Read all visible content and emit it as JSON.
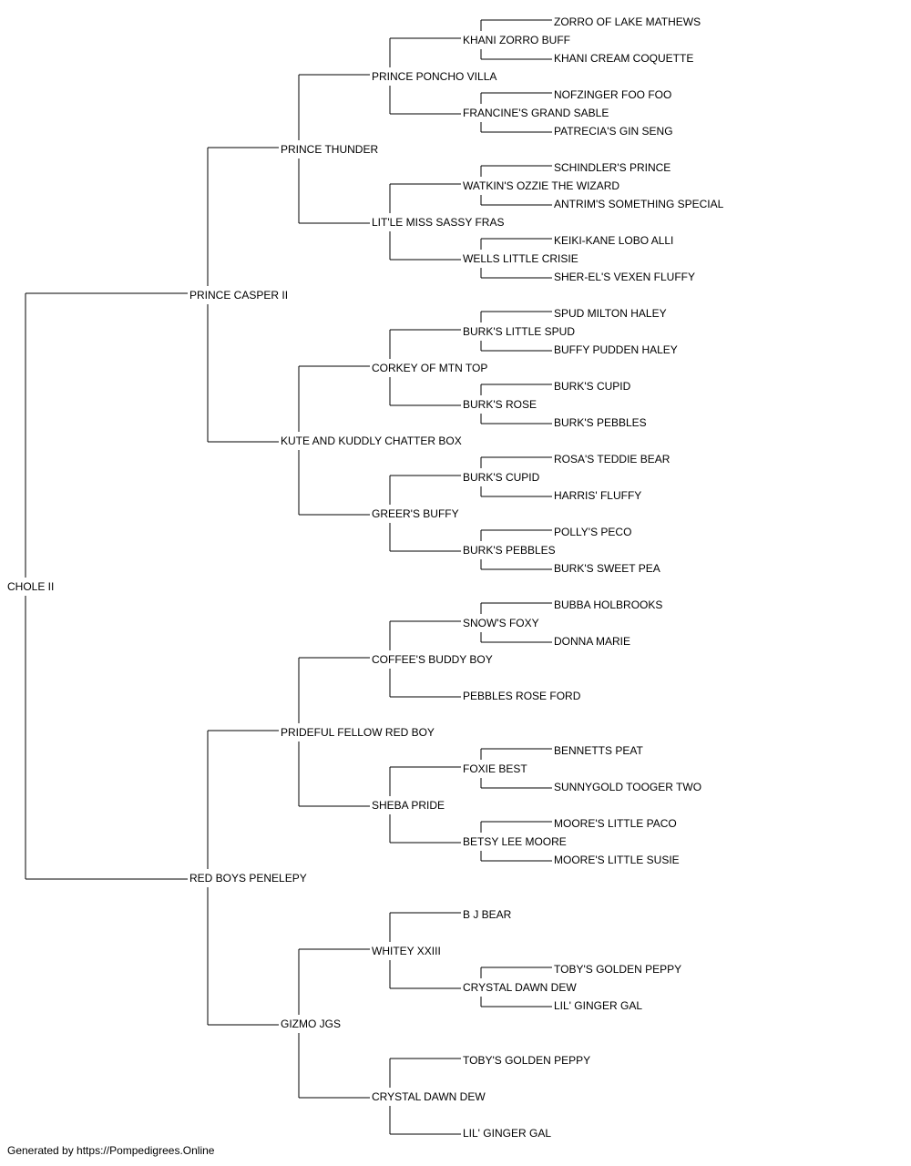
{
  "pedigree": {
    "name": "CHOLE II",
    "sire": {
      "name": "PRINCE CASPER II",
      "sire": {
        "name": "PRINCE THUNDER",
        "sire": {
          "name": "PRINCE PONCHO VILLA",
          "sire": {
            "name": "KHANI ZORRO BUFF",
            "sire": {
              "name": "ZORRO OF LAKE MATHEWS"
            },
            "dam": {
              "name": "KHANI CREAM COQUETTE"
            }
          },
          "dam": {
            "name": "FRANCINE'S GRAND SABLE",
            "sire": {
              "name": "NOFZINGER FOO FOO"
            },
            "dam": {
              "name": "PATRECIA'S GIN SENG"
            }
          }
        },
        "dam": {
          "name": "LIT'LE MISS SASSY FRAS",
          "sire": {
            "name": "WATKIN'S OZZIE THE WIZARD",
            "sire": {
              "name": "SCHINDLER'S PRINCE"
            },
            "dam": {
              "name": "ANTRIM'S SOMETHING SPECIAL"
            }
          },
          "dam": {
            "name": "WELLS LITTLE CRISIE",
            "sire": {
              "name": "KEIKI-KANE LOBO ALLI"
            },
            "dam": {
              "name": "SHER-EL'S VEXEN FLUFFY"
            }
          }
        }
      },
      "dam": {
        "name": "KUTE AND KUDDLY CHATTER BOX",
        "sire": {
          "name": "CORKEY OF MTN TOP",
          "sire": {
            "name": "BURK'S LITTLE SPUD",
            "sire": {
              "name": "SPUD MILTON HALEY"
            },
            "dam": {
              "name": "BUFFY PUDDEN HALEY"
            }
          },
          "dam": {
            "name": "BURK'S ROSE",
            "sire": {
              "name": "BURK'S CUPID"
            },
            "dam": {
              "name": "BURK'S PEBBLES"
            }
          }
        },
        "dam": {
          "name": "GREER'S BUFFY",
          "sire": {
            "name": "BURK'S CUPID",
            "sire": {
              "name": "ROSA'S TEDDIE BEAR"
            },
            "dam": {
              "name": "HARRIS' FLUFFY"
            }
          },
          "dam": {
            "name": "BURK'S PEBBLES",
            "sire": {
              "name": "POLLY'S PECO"
            },
            "dam": {
              "name": "BURK'S SWEET PEA"
            }
          }
        }
      }
    },
    "dam": {
      "name": "RED BOYS PENELEPY",
      "sire": {
        "name": "PRIDEFUL FELLOW RED BOY",
        "sire": {
          "name": "COFFEE'S BUDDY BOY",
          "sire": {
            "name": "SNOW'S FOXY",
            "sire": {
              "name": "BUBBA HOLBROOKS"
            },
            "dam": {
              "name": "DONNA MARIE"
            }
          },
          "dam": {
            "name": "PEBBLES ROSE FORD"
          }
        },
        "dam": {
          "name": "SHEBA PRIDE",
          "sire": {
            "name": "FOXIE BEST",
            "sire": {
              "name": "BENNETTS PEAT"
            },
            "dam": {
              "name": "SUNNYGOLD TOOGER TWO"
            }
          },
          "dam": {
            "name": "BETSY LEE MOORE",
            "sire": {
              "name": "MOORE'S LITTLE PACO"
            },
            "dam": {
              "name": "MOORE'S LITTLE SUSIE"
            }
          }
        }
      },
      "dam": {
        "name": "GIZMO JGS",
        "sire": {
          "name": "WHITEY XXIII",
          "sire": {
            "name": "B J BEAR"
          },
          "dam": {
            "name": "CRYSTAL DAWN DEW",
            "sire": {
              "name": "TOBY'S GOLDEN PEPPY"
            },
            "dam": {
              "name": "LIL' GINGER GAL"
            }
          }
        },
        "dam": {
          "name": "CRYSTAL DAWN DEW",
          "sire": {
            "name": "TOBY'S GOLDEN PEPPY"
          },
          "dam": {
            "name": "LIL' GINGER GAL"
          }
        }
      }
    }
  },
  "footer": {
    "text": "Generated by https://Pompedigrees.Online"
  }
}
